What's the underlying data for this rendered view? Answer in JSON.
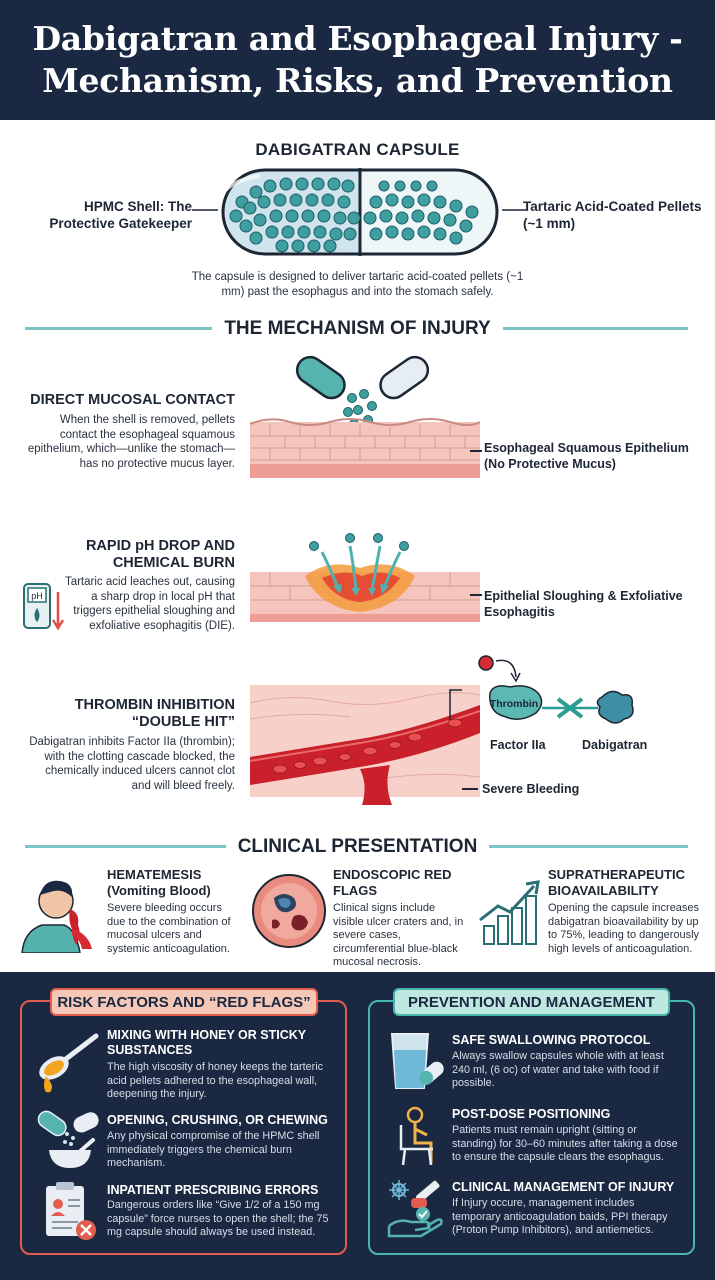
{
  "header": {
    "title_line1": "Dabigatran and Esophageal Injury -",
    "title_line2": "Mechanism, Risks, and Prevention"
  },
  "capsule": {
    "title": "DABIGATRAN CAPSULE",
    "left_label": "HPMC Shell: The Protective Gatekeeper",
    "right_label": "Tartaric Acid-Coated Pellets (~1 mm)",
    "description": "The capsule is designed to deliver tartaric acid-coated pellets (~1 mm) past the esophagus and into the stomach safely."
  },
  "mechanism": {
    "title": "THE MECHANISM OF INJURY",
    "items": [
      {
        "heading": "DIRECT MUCOSAL CONTACT",
        "text": "When the shell is removed, pellets contact the esophageal squamous epithelium, which—unlike the stomach—has no protective mucus layer.",
        "label": "Esophageal Squamous Epithelium (No Protective Mucus)"
      },
      {
        "heading": "RAPID pH DROP AND CHEMICAL BURN",
        "text": "Tartaric acid leaches out, causing a sharp drop in local pH that triggers epithelial sloughing and exfoliative esophagitis (DIE).",
        "label": "Epithelial Sloughing & Exfoliative Esophagitis",
        "ph_icon_text": "pH"
      },
      {
        "heading": "THROMBIN INHIBITION “DOUBLE HIT”",
        "text": "Dabigatran inhibits Factor IIa (thrombin); with the clotting cascade blocked, the chemically induced ulcers cannot clot and will bleed freely.",
        "label": "Severe Bleeding",
        "thrombin_label": "Thrombin",
        "factor_label": "Factor IIa",
        "drug_label": "Dabigatran"
      }
    ]
  },
  "clinical": {
    "title": "CLINICAL PRESENTATION",
    "items": [
      {
        "heading": "HEMATEMESIS (Vomiting Blood)",
        "text": "Severe bleeding occurs due to the combination of mucosal ulcers and systemic anticoagulation."
      },
      {
        "heading": "ENDOSCOPIC RED FLAGS",
        "text": "Clinical signs include visible ulcer craters and, in severe cases, circumferential blue-black mucosal necrosis."
      },
      {
        "heading": "SUPRATHERAPEUTIC BIOAVAILABILITY",
        "text": "Opening the capsule increases dabigatran bioavailability by up to 75%, leading to dangerously high levels of anticoagulation."
      }
    ]
  },
  "risk": {
    "title": "RISK FACTORS AND “RED FLAGS”",
    "items": [
      {
        "heading": "MIXING WITH HONEY OR STICKY SUBSTANCES",
        "text": "The high viscosity of honey keeps the tarteric acid pellets adhered to the esophageal wall, deepening the injury."
      },
      {
        "heading": "OPENING, CRUSHING, OR CHEWING",
        "text": "Any physical compromise of the HPMC shell immediately triggers the chemical burn mechanism."
      },
      {
        "heading": "INPATIENT PRESCRIBING ERRORS",
        "text": "Dangerous orders like “Give 1/2 of a 150 mg capsule” force nurses to open the shell; the 75 mg capsule should always be used instead."
      }
    ]
  },
  "prevention": {
    "title": "PREVENTION AND MANAGEMENT",
    "items": [
      {
        "heading": "SAFE SWALLOWING PROTOCOL",
        "text": "Always swallow capsules whole with at least 240 ml, (6 oc) of water and take with food if possible."
      },
      {
        "heading": "POST-DOSE POSITIONING",
        "text": "Patients must remain upright (sitting or standing) for 30–60 minutes after taking a dose to ensure the capsule clears the esophagus."
      },
      {
        "heading": "CLINICAL MANAGEMENT OF INJURY",
        "text": "If Injury occure, management includes temporary anticoagulation baids, PPI therapy (Proton Pump Inhibitors), and antiemetics."
      }
    ]
  }
}
